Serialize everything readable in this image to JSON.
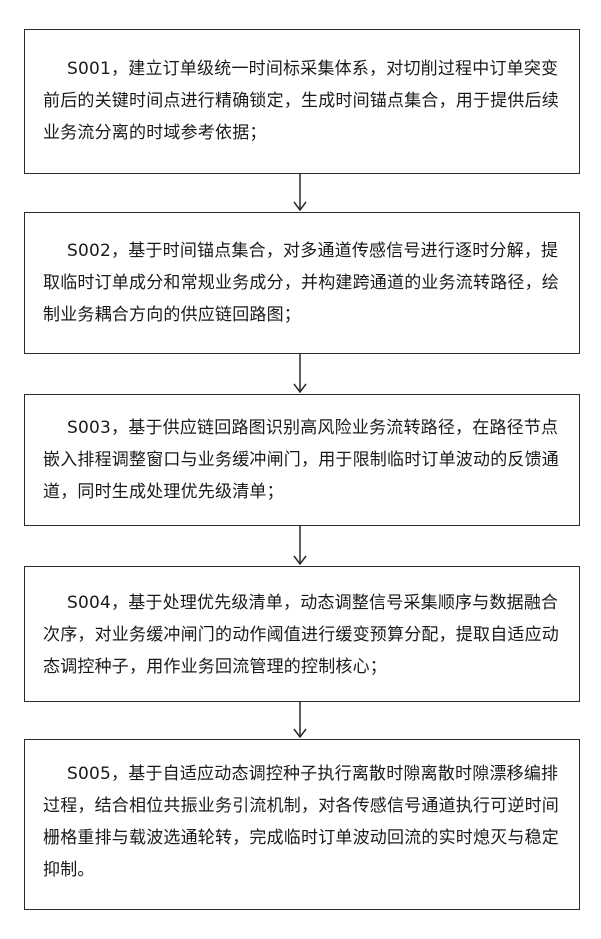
{
  "steps": [
    {
      "id": "S001",
      "text": "S001，建立订单级统一时间标采集体系，对切削过程中订单突变前后的关键时间点进行精确锁定，生成时间锚点集合，用于提供后续业务流分离的时域参考依据；"
    },
    {
      "id": "S002",
      "text": "S002，基于时间锚点集合，对多通道传感信号进行逐时分解，提取临时订单成分和常规业务成分，并构建跨通道的业务流转路径，绘制业务耦合方向的供应链回路图；"
    },
    {
      "id": "S003",
      "text": "S003，基于供应链回路图识别高风险业务流转路径，在路径节点嵌入排程调整窗口与业务缓冲闸门，用于限制临时订单波动的反馈通道，同时生成处理优先级清单；"
    },
    {
      "id": "S004",
      "text": "S004，基于处理优先级清单，动态调整信号采集顺序与数据融合次序，对业务缓冲闸门的动作阈值进行缓变预算分配，提取自适应动态调控种子，用作业务回流管理的控制核心；"
    },
    {
      "id": "S005",
      "text": "S005，基于自适应动态调控种子执行离散时隙离散时隙漂移编排过程，结合相位共振业务引流机制，对各传感信号通道执行可逆时间栅格重排与载波选通轮转，完成临时订单波动回流的实时熄灭与稳定抑制。"
    }
  ]
}
